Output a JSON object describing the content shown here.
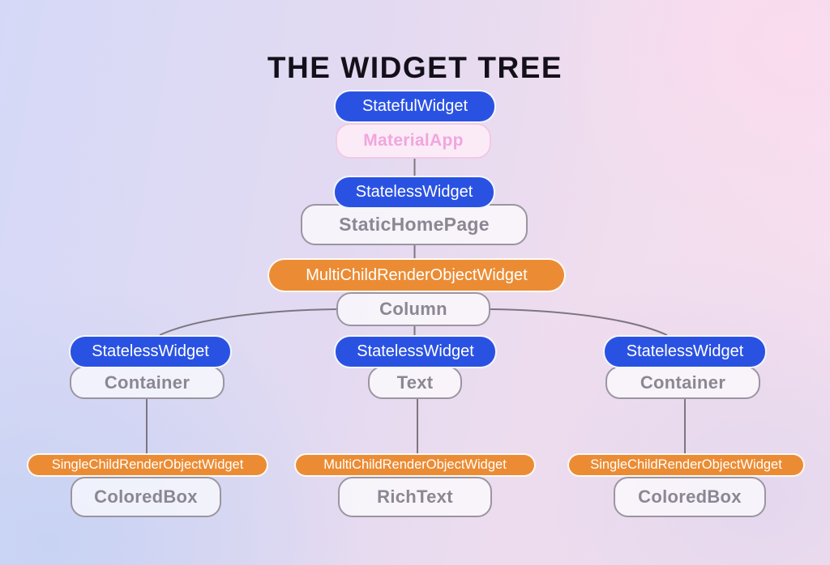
{
  "title": {
    "pre": "THE",
    "emphasis": "WIDGET",
    "post": "TREE"
  },
  "colors": {
    "widget_type_blue": "#2A52E2",
    "render_object_orange": "#EB8C34",
    "widget_name_gray": "#8B8793",
    "material_app_pink": "#F0A6DE",
    "connector_gray": "#7D7680"
  },
  "nodes": {
    "material_app": {
      "widget_type": "StatefulWidget",
      "name": "MaterialApp"
    },
    "static_home_page": {
      "widget_type": "StatelessWidget",
      "name": "StaticHomePage"
    },
    "column": {
      "widget_type": "MultiChildRenderObjectWidget",
      "name": "Column"
    },
    "container_left": {
      "widget_type": "StatelessWidget",
      "name": "Container"
    },
    "text": {
      "widget_type": "StatelessWidget",
      "name": "Text"
    },
    "container_right": {
      "widget_type": "StatelessWidget",
      "name": "Container"
    },
    "colored_box_left": {
      "widget_type": "SingleChildRenderObjectWidget",
      "name": "ColoredBox"
    },
    "rich_text": {
      "widget_type": "MultiChildRenderObjectWidget",
      "name": "RichText"
    },
    "colored_box_right": {
      "widget_type": "SingleChildRenderObjectWidget",
      "name": "ColoredBox"
    }
  }
}
